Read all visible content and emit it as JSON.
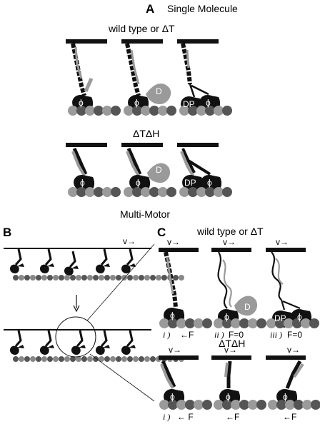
{
  "panels": {
    "a": "A",
    "b": "B",
    "c": "C"
  },
  "headings": {
    "single_molecule": "Single Molecule",
    "wt_a": "wild type or ΔT",
    "dtdh_a": "ΔTΔH",
    "multi_motor": "Multi-Motor",
    "wt_c": "wild type or ΔT",
    "dtdh_c": "ΔTΔH"
  },
  "symbols": {
    "phi": "ϕ",
    "d": "D",
    "dp": "DP"
  },
  "velocity": {
    "b": "v→",
    "c_wt": [
      "v→",
      "v→",
      "v→"
    ],
    "c_dtdh": [
      "v→",
      "v→",
      "v→"
    ]
  },
  "captions_wt": [
    {
      "numeral": "i )",
      "force": "←F"
    },
    {
      "numeral": "ii )",
      "force": "F=0"
    },
    {
      "numeral": "iii )",
      "force": "F=0"
    }
  ],
  "captions_dtdh": [
    {
      "numeral": "i )",
      "force": "← F"
    },
    {
      "numeral": "",
      "force": "←F"
    },
    {
      "numeral": "",
      "force": "←F"
    }
  ],
  "colors": {
    "dark": "#111111",
    "gray": "#9a9a9a",
    "light": "#bdbdbd",
    "actin_dark": "#555555"
  }
}
